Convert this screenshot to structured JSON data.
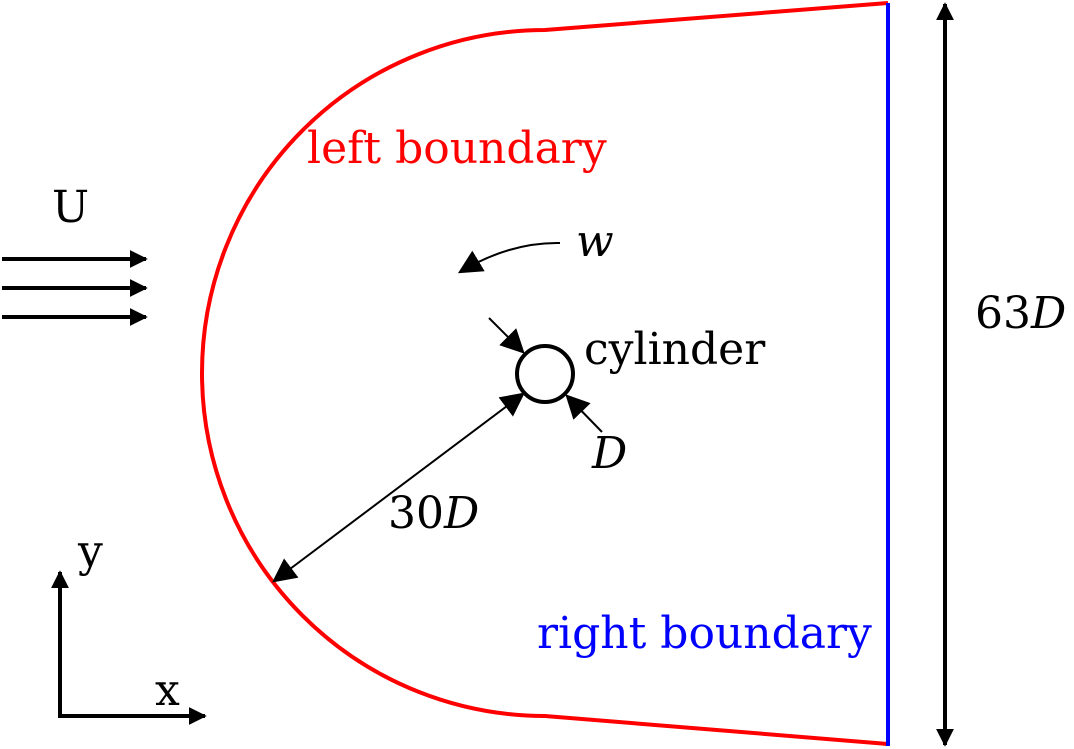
{
  "labels": {
    "left_boundary": "left boundary",
    "right_boundary": "right boundary",
    "cylinder": "cylinder",
    "flow": "U",
    "rotation": "w",
    "diameter": "D",
    "radius_value": "30",
    "radius_unit": "D",
    "height_value": "63",
    "height_unit": "D",
    "axis_x": "x",
    "axis_y": "y"
  },
  "colors": {
    "left_boundary": "#ff0000",
    "right_boundary": "#0000ff",
    "ink": "#000000"
  }
}
